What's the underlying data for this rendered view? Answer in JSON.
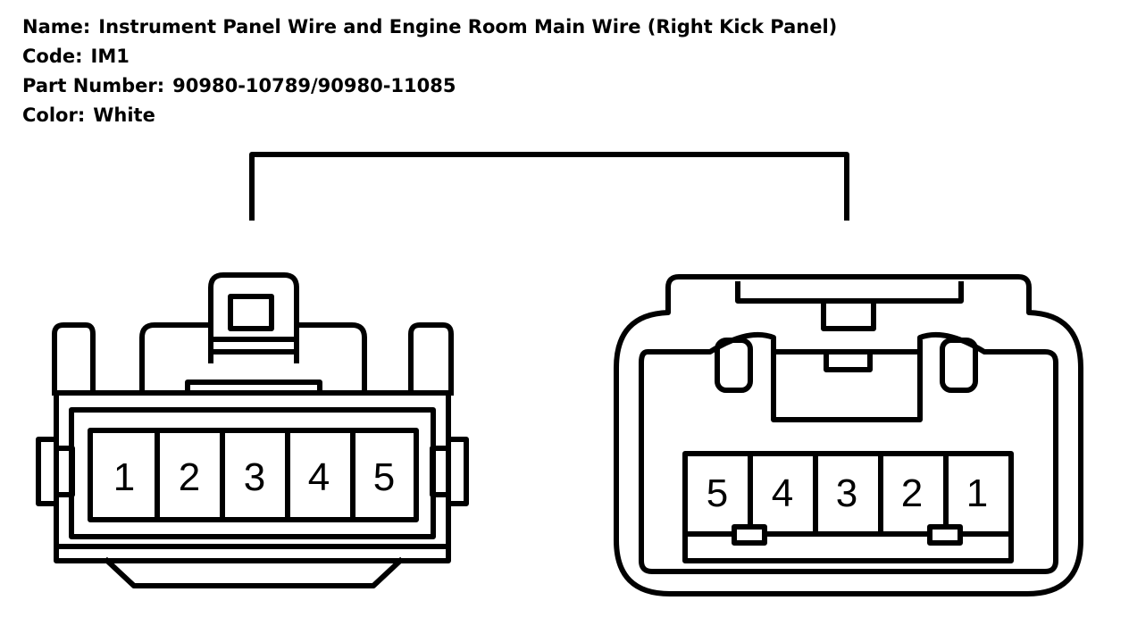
{
  "connector": {
    "name_label": "Name:",
    "name": "Instrument Panel Wire and Engine Room Main Wire (Right Kick Panel)",
    "code_label": "Code:",
    "code": "IM1",
    "part_number_label": "Part Number:",
    "part_number": "90980-10789/90980-11085",
    "color_label": "Color:",
    "color": "White"
  },
  "left_connector": {
    "pins": [
      "1",
      "2",
      "3",
      "4",
      "5"
    ]
  },
  "right_connector": {
    "pins": [
      "5",
      "4",
      "3",
      "2",
      "1"
    ]
  },
  "colors": {
    "stroke": "#000000",
    "background": "#ffffff"
  }
}
